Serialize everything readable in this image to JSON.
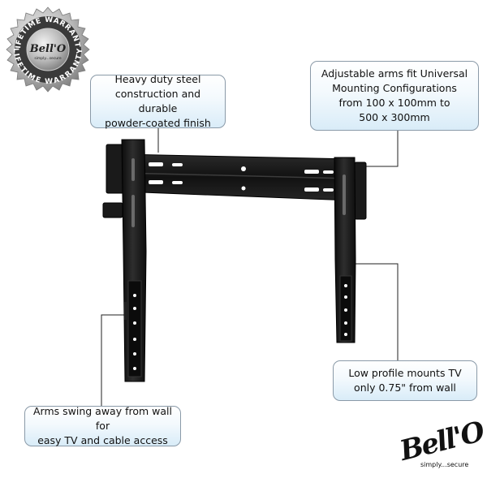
{
  "seal": {
    "ring_text_top": "LIFETIME WARRANTY",
    "ring_text_bottom": "LIFETIME WARRANTY",
    "brand": "Bell'O",
    "tagline": "simply...secure"
  },
  "callouts": {
    "steel": {
      "lines": [
        "Heavy duty steel",
        "construction and durable",
        "powder-coated finish"
      ]
    },
    "arms_adjust": {
      "lines": [
        "Adjustable arms fit Universal",
        "Mounting Configurations",
        "from 100 x 100mm to",
        "500 x 300mm"
      ]
    },
    "low_profile": {
      "lines": [
        "Low profile mounts TV",
        "only 0.75\" from wall"
      ]
    },
    "swing": {
      "lines": [
        "Arms swing away from wall for",
        "easy TV and cable access"
      ]
    }
  },
  "logo": {
    "brand": "Bell'O",
    "tagline": "simply...secure"
  },
  "colors": {
    "mount": "#151515",
    "callout_border": "#8a9aa8",
    "callout_fill": "#d9ecf8",
    "seal": "#9a9a9a"
  }
}
